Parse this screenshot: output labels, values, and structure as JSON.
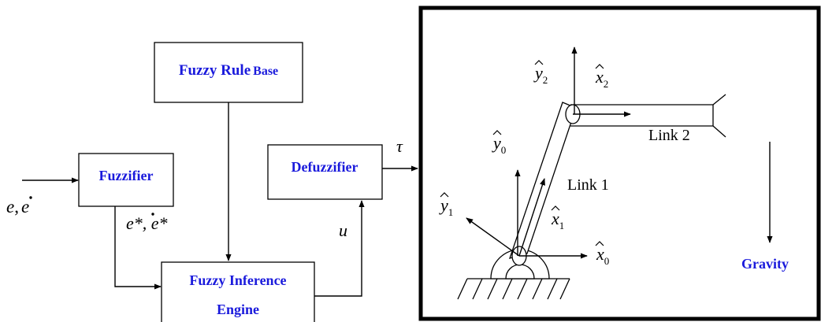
{
  "blocks": {
    "rule_base": {
      "word1": "Fuzzy Rule",
      "word2": "Base"
    },
    "fuzzifier": "Fuzzifier",
    "defuzzifier": "Defuzzifier",
    "inference_line1": "Fuzzy Inference",
    "inference_line2": "Engine"
  },
  "signals": {
    "input_e": "e",
    "input_sep": ",",
    "input_edot": "e",
    "fuzzified": "e*, e*",
    "output_u": "u",
    "torque": "τ"
  },
  "robot": {
    "link1": "Link 1",
    "link2": "Link 2",
    "gravity": "Gravity",
    "frames": {
      "x0": {
        "base": "x",
        "sub": "0"
      },
      "y0": {
        "base": "y",
        "sub": "0"
      },
      "x1": {
        "base": "x",
        "sub": "1"
      },
      "y1": {
        "base": "y",
        "sub": "1"
      },
      "x2": {
        "base": "x",
        "sub": "2"
      },
      "y2": {
        "base": "y",
        "sub": "2"
      }
    }
  },
  "colors": {
    "block_label": "#1a1adc",
    "line": "#000000"
  }
}
